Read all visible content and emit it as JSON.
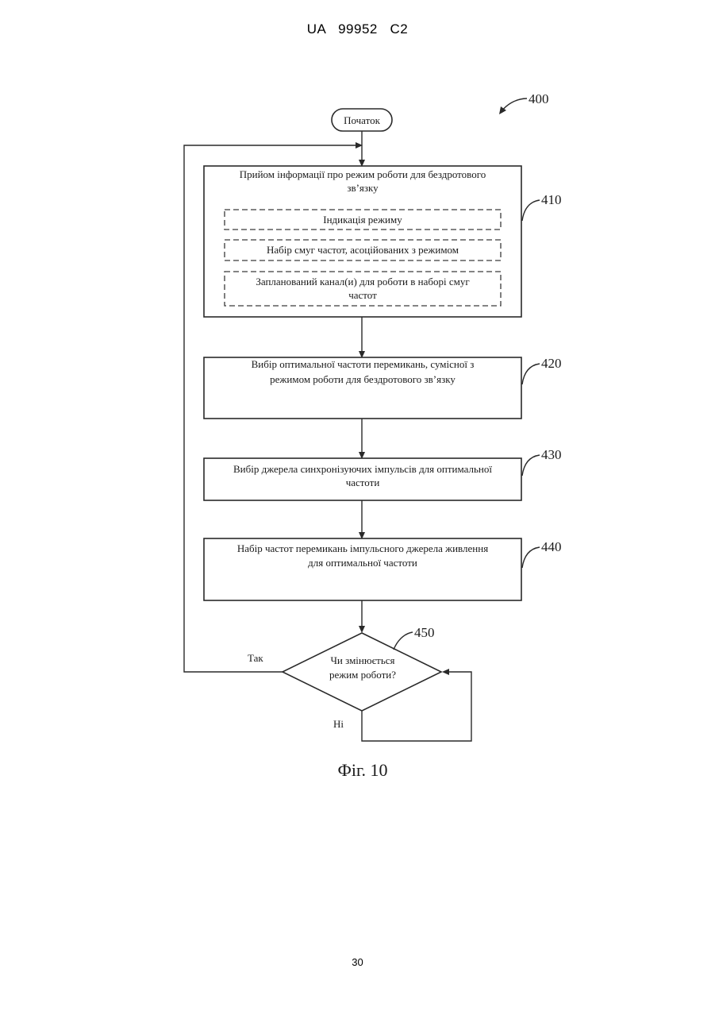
{
  "header": {
    "text": "UA   99952   C2"
  },
  "page_number": "30",
  "diagram": {
    "figure_ref": "400",
    "start_label": "Початок",
    "steps": {
      "s410": {
        "ref": "410",
        "line1": "Прийом інформації про режим роботи для бездротового",
        "line2": "зв’язку",
        "sub1": "Індикація режиму",
        "sub2": "Набір смуг частот, асоційованих з режимом",
        "sub3_line1": "Запланований канал(и) для роботи в наборі смуг",
        "sub3_line2": "частот"
      },
      "s420": {
        "ref": "420",
        "line1": "Вибір оптимальної частоти перемикань, сумісної з",
        "line2": "режимом роботи для бездротового зв’язку"
      },
      "s430": {
        "ref": "430",
        "line1": "Вибір джерела синхронізуючих імпульсів для оптимальної",
        "line2": "частоти"
      },
      "s440": {
        "ref": "440",
        "line1": "Набір частот перемикань імпульсного джерела живлення",
        "line2": "для оптимальної частоти"
      }
    },
    "decision": {
      "ref": "450",
      "line1": "Чи змінюється",
      "line2": "режим роботи?",
      "yes_label": "Так",
      "no_label": "Ні"
    },
    "caption": "Фіг. 10"
  }
}
